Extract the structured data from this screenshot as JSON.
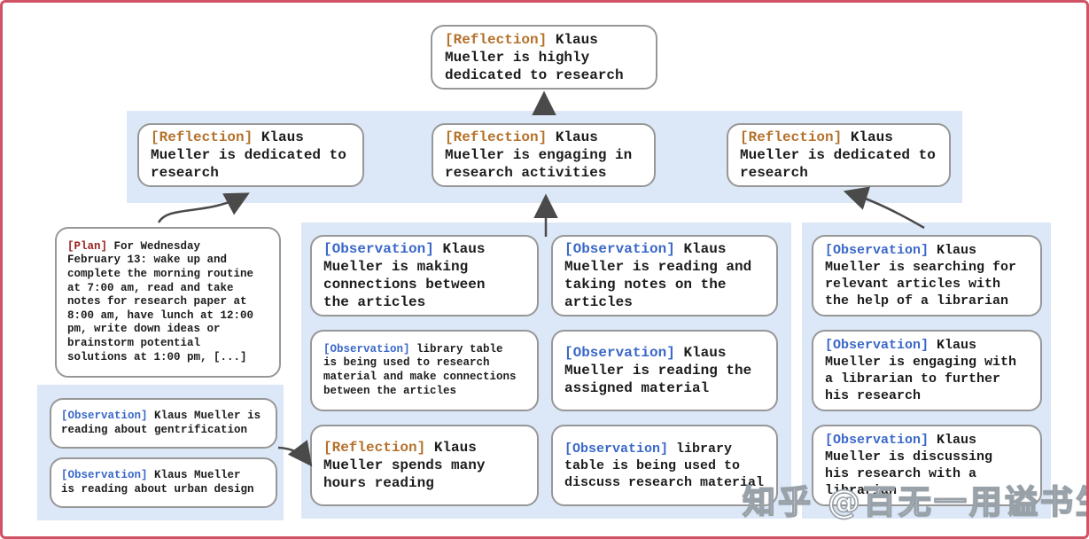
{
  "colors": {
    "frame": "#d05365",
    "band": "#dce8f7",
    "box_border": "#979797",
    "arrow": "#4a4a4a",
    "reflection_tag": "#b5722c",
    "observation_tag": "#3a68c8",
    "plan_tag": "#9e1f1f",
    "body_text": "#1c1c1c"
  },
  "nodes": {
    "top_reflection": {
      "tag": "[Reflection]",
      "text": "Klaus Mueller is highly dedicated to research"
    },
    "reflection_left": {
      "tag": "[Reflection]",
      "text": "Klaus Mueller is dedicated to research"
    },
    "reflection_center": {
      "tag": "[Reflection]",
      "text": "Klaus Mueller is engaging in research activities"
    },
    "reflection_right": {
      "tag": "[Reflection]",
      "text": "Klaus Mueller is dedicated to research"
    },
    "plan": {
      "tag": "[Plan]",
      "text": "For Wednesday February 13: wake up and complete the morning routine at 7:00 am, read and take notes for research paper at 8:00 am, have lunch at 12:00 pm, write down ideas or brainstorm potential solutions at 1:00 pm, [...]"
    },
    "obs_gentrification": {
      "tag": "[Observation]",
      "text": "Klaus Mueller is reading about gentrification"
    },
    "obs_urban_design": {
      "tag": "[Observation]",
      "text": "Klaus Mueller is reading about urban design"
    },
    "obs_making_connections": {
      "tag": "[Observation]",
      "text": "Klaus Mueller is making connections between the articles"
    },
    "obs_library_research": {
      "tag": "[Observation]",
      "text": "library table is being used to research material and make connections between the articles"
    },
    "reflection_hours_reading": {
      "tag": "[Reflection]",
      "text": "Klaus Mueller spends many hours reading"
    },
    "obs_taking_notes": {
      "tag": "[Observation]",
      "text": "Klaus Mueller is reading and taking notes on the articles"
    },
    "obs_assigned_material": {
      "tag": "[Observation]",
      "text": "Klaus Mueller is reading the assigned material"
    },
    "obs_library_discuss": {
      "tag": "[Observation]",
      "text": "library table is being used to discuss research material"
    },
    "obs_searching_articles": {
      "tag": "[Observation]",
      "text": "Klaus Mueller is searching for relevant articles with the help of a librarian"
    },
    "obs_engaging_librarian": {
      "tag": "[Observation]",
      "text": "Klaus Mueller is engaging with a librarian to further his research"
    },
    "obs_discussing_librarian": {
      "tag": "[Observation]",
      "text": "Klaus Mueller is discussing his research with a librarian"
    }
  },
  "watermark": {
    "text": "知乎 @百无一用谥书生"
  }
}
